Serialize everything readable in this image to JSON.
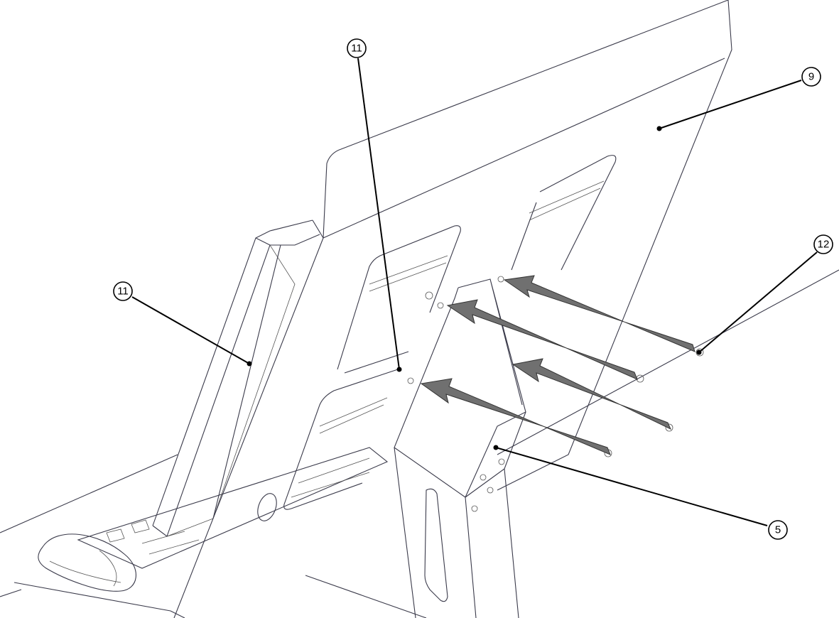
{
  "callouts": [
    {
      "id": "callout-11-top",
      "label": "11"
    },
    {
      "id": "callout-9",
      "label": "9"
    },
    {
      "id": "callout-11-left",
      "label": "11"
    },
    {
      "id": "callout-12",
      "label": "12"
    },
    {
      "id": "callout-5",
      "label": "5"
    }
  ],
  "colors": {
    "arrow": "#707070",
    "line": "#3a3a4a"
  }
}
